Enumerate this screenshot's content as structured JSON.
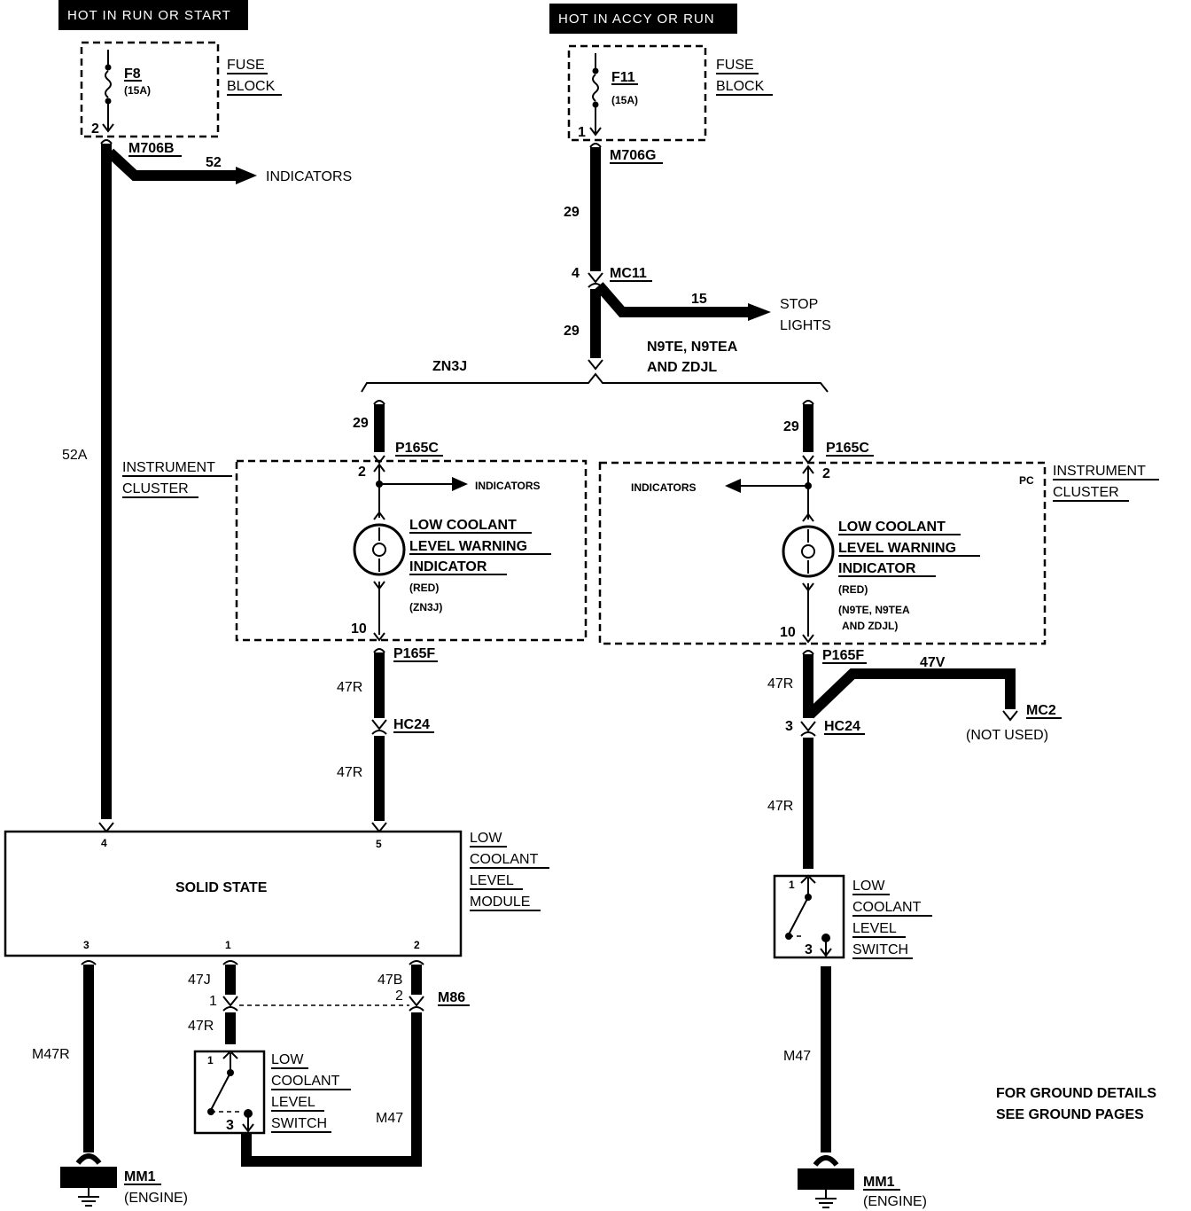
{
  "headers": {
    "left": "HOT IN RUN OR START",
    "right": "HOT IN ACCY OR RUN"
  },
  "fuses": {
    "left": {
      "name": "F8",
      "rating": "(15A)",
      "pin": "2",
      "block_l1": "FUSE",
      "block_l2": "BLOCK"
    },
    "right": {
      "name": "F11",
      "rating": "(15A)",
      "pin": "1",
      "block_l1": "FUSE",
      "block_l2": "BLOCK"
    }
  },
  "connectors": {
    "m706b": "M706B",
    "m706g": "M706G",
    "mc11": "MC11",
    "mc11_pin": "4",
    "p165c": "P165C",
    "p165f": "P165F",
    "hc24": "HC24",
    "hc24_pin": "3",
    "mc2": "MC2",
    "mc2_note": "(NOT USED)",
    "m86": "M86",
    "m86_pin1": "1",
    "m86_pin2": "2"
  },
  "circuits": {
    "c52": "52",
    "c52a": "52A",
    "c29": "29",
    "c15": "15",
    "c47r": "47R",
    "c47v": "47V",
    "c47j": "47J",
    "c47b": "47B",
    "m47r": "M47R",
    "m47": "M47"
  },
  "destinations": {
    "indicators": "INDICATORS",
    "stop_l1": "STOP",
    "stop_l2": "LIGHTS"
  },
  "variants": {
    "zn3j": "ZN3J",
    "n9te_l1": "N9TE, N9TEA",
    "n9te_l2": "AND ZDJL",
    "pc": "PC"
  },
  "cluster": {
    "title_l1": "INSTRUMENT",
    "title_l2": "CLUSTER",
    "pin_in": "2",
    "pin_out": "10",
    "ind_l1": "LOW COOLANT",
    "ind_l2": "LEVEL WARNING",
    "ind_l3": "INDICATOR",
    "color": "(RED)",
    "left_variant": "(ZN3J)",
    "right_variant_l1": "(N9TE, N9TEA",
    "right_variant_l2": "AND ZDJL)"
  },
  "module": {
    "label": "SOLID STATE",
    "name_l1": "LOW",
    "name_l2": "COOLANT",
    "name_l3": "LEVEL",
    "name_l4": "MODULE",
    "pins": [
      "4",
      "5",
      "3",
      "1",
      "2"
    ]
  },
  "switch": {
    "name_l1": "LOW",
    "name_l2": "COOLANT",
    "name_l3": "LEVEL",
    "name_l4": "SWITCH",
    "pin1": "1",
    "pin3": "3"
  },
  "ground": {
    "name": "MM1",
    "location": "(ENGINE)",
    "note_l1": "FOR GROUND DETAILS",
    "note_l2": "SEE GROUND PAGES"
  }
}
